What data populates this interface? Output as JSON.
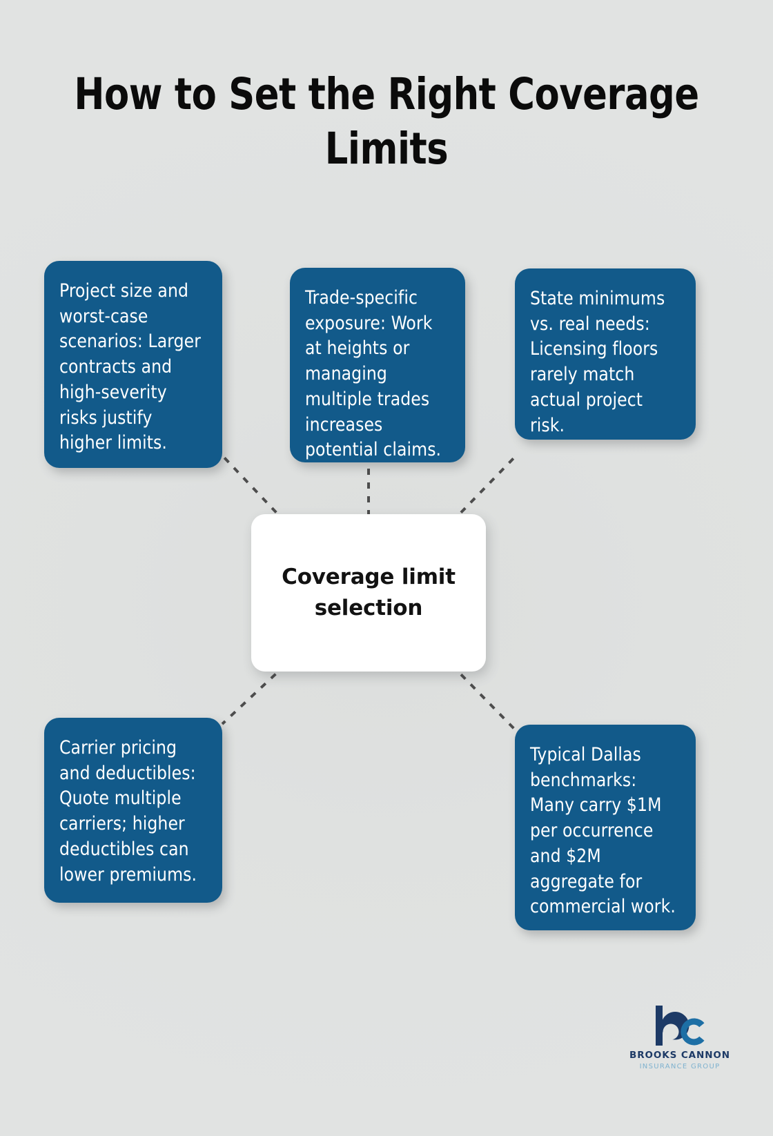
{
  "page": {
    "title": "How to Set the Right Coverage Limits",
    "background_color": "#e0e2e1"
  },
  "colors": {
    "node_blue": "#125a8a",
    "hub_white": "#ffffff",
    "connector_gray": "#4d4d4d",
    "title_black": "#0b0b0b",
    "logo_navy": "#1d3a66",
    "logo_light_blue": "#2a8fc4",
    "logo_sub_blue": "#7fb2cf"
  },
  "hub": {
    "label": "Coverage limit selection"
  },
  "nodes": [
    {
      "id": "top-left",
      "text": "Project size and worst-case scenarios: Larger contracts and high-severity risks justify higher limits."
    },
    {
      "id": "top-center",
      "text": "Trade-specific exposure: Work at heights or managing multiple trades increases potential claims."
    },
    {
      "id": "top-right",
      "text": "State minimums vs. real needs: Licensing floors rarely match actual project risk."
    },
    {
      "id": "bottom-left",
      "text": "Carrier pricing and deductibles: Quote multiple carriers; higher deductibles can lower premiums."
    },
    {
      "id": "bottom-right",
      "text": "Typical Dallas benchmarks: Many carry $1M per occurrence and $2M aggregate for commercial work."
    }
  ],
  "connectors": [
    {
      "from": "hub",
      "to": "top-left",
      "style": "dashed"
    },
    {
      "from": "hub",
      "to": "top-center",
      "style": "dashed"
    },
    {
      "from": "hub",
      "to": "top-right",
      "style": "dashed"
    },
    {
      "from": "hub",
      "to": "bottom-left",
      "style": "dashed"
    },
    {
      "from": "hub",
      "to": "bottom-right",
      "style": "dashed"
    }
  ],
  "logo": {
    "monogram": "bc",
    "name": "BROOKS CANNON",
    "subtitle": "INSURANCE GROUP"
  }
}
